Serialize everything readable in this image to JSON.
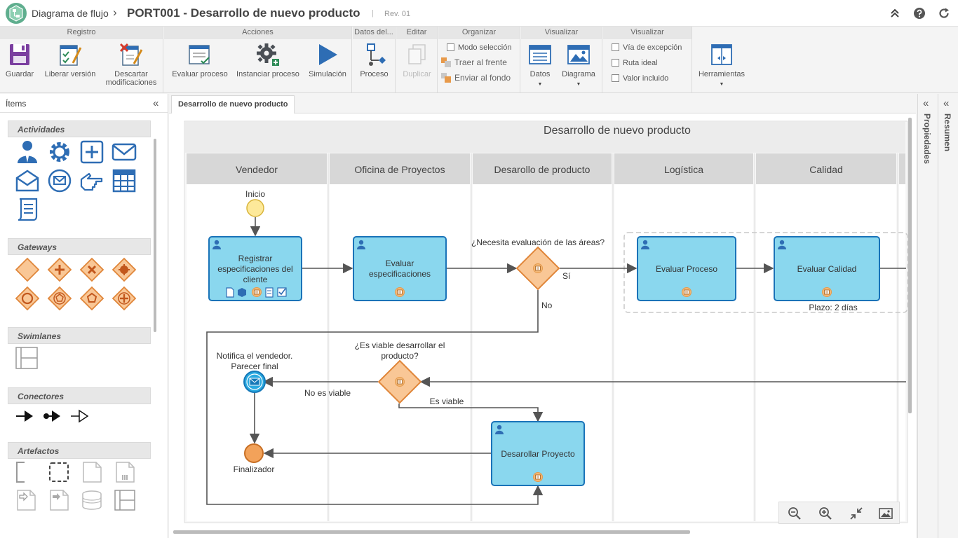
{
  "header": {
    "app_name": "Diagrama de flujo",
    "separator": "›",
    "doc_title": "PORT001 - Desarrollo de nuevo producto",
    "rev_separator": "|",
    "revision": "Rev. 01"
  },
  "ribbon": {
    "registro": {
      "title": "Registro",
      "guardar": "Guardar",
      "liberar": "Liberar versión",
      "descartar_1": "Descartar",
      "descartar_2": "modificaciones"
    },
    "acciones": {
      "title": "Acciones",
      "evaluar": "Evaluar proceso",
      "instanciar": "Instanciar proceso",
      "simulacion": "Simulación"
    },
    "datos": {
      "title": "Datos del...",
      "proceso": "Proceso"
    },
    "editar": {
      "title": "Editar",
      "duplicar": "Duplicar"
    },
    "organizar": {
      "title": "Organizar",
      "modo_seleccion": "Modo selección",
      "traer": "Traer al frente",
      "enviar": "Enviar al fondo"
    },
    "visualizar1": {
      "title": "Visualizar",
      "datos": "Datos",
      "diagrama": "Diagrama"
    },
    "visualizar2": {
      "title": "Visualizar",
      "via_excepcion": "Vía de excepción",
      "ruta_ideal": "Ruta ideal",
      "valor_incluido": "Valor incluido"
    },
    "herramientas": {
      "label": "Herramientas"
    },
    "caret": "▼"
  },
  "left_panel": {
    "title": "Ítems",
    "collapse": "«",
    "sections": {
      "actividades": "Actividades",
      "gateways": "Gateways",
      "swimlanes": "Swimlanes",
      "conectores": "Conectores",
      "artefactos": "Artefactos"
    }
  },
  "tab": {
    "label": "Desarrollo de nuevo producto"
  },
  "diagram": {
    "pool_title": "Desarrollo de nuevo producto",
    "lanes": [
      "Vendedor",
      "Oficina de Proyectos",
      "Desarollo de producto",
      "Logística",
      "Calidad"
    ],
    "start_label": "Inicio",
    "tasks": {
      "registrar_1": "Registrar",
      "registrar_2": "especificaciones del",
      "registrar_3": "cliente",
      "evaluar_esp_1": "Evaluar",
      "evaluar_esp_2": "especificaciones",
      "evaluar_proceso": "Evaluar Proceso",
      "evaluar_calidad": "Evaluar Calidad",
      "desarrollar": "Desarollar Proyecto"
    },
    "gateways": {
      "g1_label": "¿Necesita evaluación de las áreas?",
      "g1_yes": "Sí",
      "g1_no": "No",
      "g2_label_1": "¿Es viable desarrollar el",
      "g2_label_2": "producto?",
      "g2_not": "No es viable",
      "g2_yes": "Es viable"
    },
    "plazo": "Plazo: 2 días",
    "notify_1": "Notifica el vendedor.",
    "notify_2": "Parecer final",
    "end_label": "Finalizador"
  },
  "side_panels": {
    "propiedades": "Propiedades",
    "resumen": "Resumen",
    "chevron": "«"
  },
  "colors": {
    "task_fill": "#8ad7ee",
    "task_stroke": "#1a73b8",
    "gateway_fill": "#f9c796",
    "gateway_stroke": "#e0863a",
    "start_fill": "#fde99a",
    "end_fill": "#f2a25a",
    "lane_header": "#d7d7d7",
    "icon_blue": "#2e6db4",
    "accent_purple": "#7b3fa0"
  }
}
